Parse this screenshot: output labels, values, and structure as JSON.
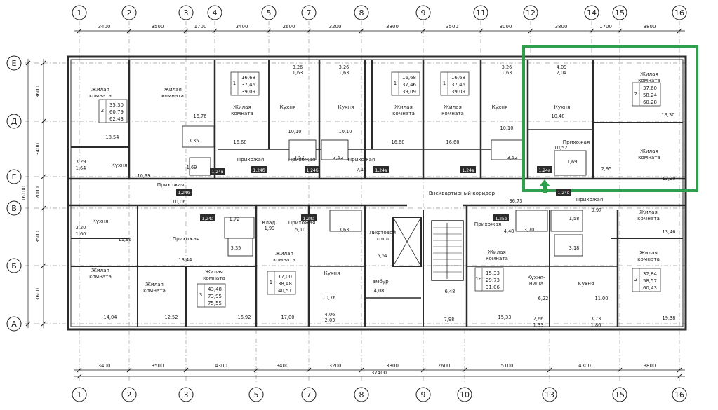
{
  "axes_top": [
    "1",
    "2",
    "3",
    "4",
    "5",
    "7",
    "8",
    "9",
    "11",
    "12",
    "14",
    "15",
    "16"
  ],
  "axes_bottom": [
    "1",
    "2",
    "3",
    "5",
    "7",
    "8",
    "9",
    "10",
    "13",
    "15",
    "16"
  ],
  "axes_left": [
    "Е",
    "Д",
    "Г",
    "В",
    "Б",
    "А"
  ],
  "dims_top": [
    "3400",
    "3500",
    "1700",
    "3400",
    "2600",
    "3200",
    "3800",
    "3500",
    "3000",
    "3800",
    "1700",
    "3800"
  ],
  "dims_bottom": [
    "3400",
    "3500",
    "4300",
    "3400",
    "3200",
    "3800",
    "2600",
    "5100",
    "4300",
    "3800"
  ],
  "dim_total": "37400",
  "dims_left": [
    "3600",
    "3400",
    "16100",
    "2000",
    "3500",
    "3600"
  ],
  "rooms": [
    {
      "name": "Жилая\nкомната",
      "area": "18,54"
    },
    {
      "name": "Жилая\nкомната",
      "area": "16,76"
    },
    {
      "name": "Жилая\nкомната",
      "area": "16,68"
    },
    {
      "name": "Кухня",
      "area": "10,10"
    },
    {
      "name": "Кухня",
      "area": "10,10"
    },
    {
      "name": "Жилая\nкомната",
      "area": "16,68"
    },
    {
      "name": "Жилая\nкомната",
      "area": "16,68"
    },
    {
      "name": "Кухня",
      "area": "10,10"
    },
    {
      "name": "Кухня",
      "area": "10,48"
    },
    {
      "name": "Жилая\nкомната",
      "area": "19,30"
    },
    {
      "name": "Кухня",
      "area": "10,39"
    },
    {
      "name": "Прихожая",
      "area": "10,06"
    },
    {
      "name": "Прихожая",
      "area": "7,16"
    },
    {
      "name": "Прихожая",
      "area": "7,16"
    },
    {
      "name": "Прихожая",
      "area": "7,16"
    },
    {
      "name": "Прихожая",
      "area": "10,52"
    },
    {
      "name": "Жилая\nкомната",
      "area": "13,30"
    },
    {
      "name": "Внеквартирный коридор",
      "area": "36,73"
    },
    {
      "name": "Кухня",
      "area": "11,96"
    },
    {
      "name": "Прихожая",
      "area": "13,44"
    },
    {
      "name": "Клад.",
      "area": "1,99"
    },
    {
      "name": "Прихожая",
      "area": "5,10"
    },
    {
      "name": "Лифтовой\nхолл",
      "area": "5,54"
    },
    {
      "name": "Прихожая",
      "area": "4,48"
    },
    {
      "name": "Прихожая",
      "area": "9,97"
    },
    {
      "name": "Жилая\nкомната",
      "area": "13,46"
    },
    {
      "name": "Жилая\nкомната",
      "area": "14,04"
    },
    {
      "name": "Жилая\nкомната",
      "area": "12,52"
    },
    {
      "name": "Жилая\nкомната",
      "area": "16,92"
    },
    {
      "name": "Жилая\nкомната",
      "area": "17,00"
    },
    {
      "name": "Кухня",
      "area": "10,76"
    },
    {
      "name": "Тамбур",
      "area": "4,08"
    },
    {
      "name": "Жилая\nкомната",
      "area": "15,33"
    },
    {
      "name": "Кухня-\nниша",
      "area": "6,22"
    },
    {
      "name": "Кухня",
      "area": "11,00"
    },
    {
      "name": "Жилая\nкомната",
      "area": "19,38"
    }
  ],
  "small_areas": [
    "3,26",
    "1,63",
    "3,26",
    "1,63",
    "3,26",
    "1,63",
    "4,09",
    "2,04",
    "3,35",
    "1,69",
    "3,52",
    "3,52",
    "3,52",
    "1,69",
    "2,95",
    "3,29",
    "1,64",
    "3,20",
    "1,60",
    "1,72",
    "3,35",
    "3,63",
    "3,70",
    "1,58",
    "3,18",
    "6,48",
    "7,98",
    "4,06",
    "2,03",
    "2,66",
    "1,33",
    "3,73",
    "1,86"
  ],
  "stamps": [
    "1,24б",
    "1,24б",
    "1,24б",
    "1,24в",
    "1,24в",
    "1,24а",
    "1,24а",
    "1,24а",
    "1,24в",
    "1,24в",
    "1,25б"
  ],
  "apartments": [
    {
      "rooms": "2",
      "vals": [
        "35,30",
        "60,79",
        "62,43"
      ]
    },
    {
      "rooms": "1",
      "vals": [
        "16,68",
        "37,46",
        "39,09"
      ]
    },
    {
      "rooms": "1",
      "vals": [
        "16,68",
        "37,46",
        "39,09"
      ]
    },
    {
      "rooms": "1",
      "vals": [
        "16,68",
        "37,46",
        "39,09"
      ]
    },
    {
      "rooms": "2",
      "vals": [
        "37,60",
        "58,24",
        "60,28"
      ]
    },
    {
      "rooms": "3",
      "vals": [
        "43,48",
        "73,95",
        "75,55"
      ]
    },
    {
      "rooms": "1",
      "vals": [
        "17,00",
        "38,48",
        "40,51"
      ]
    },
    {
      "rooms": "1н",
      "vals": [
        "15,33",
        "29,73",
        "31,06"
      ]
    },
    {
      "rooms": "2",
      "vals": [
        "32,84",
        "58,57",
        "60,43"
      ]
    }
  ],
  "colors": {
    "highlight": "#2e9f4a",
    "line": "#1a1a1a",
    "wall": "#2b2b2b",
    "axisline": "#9a9a9a"
  }
}
